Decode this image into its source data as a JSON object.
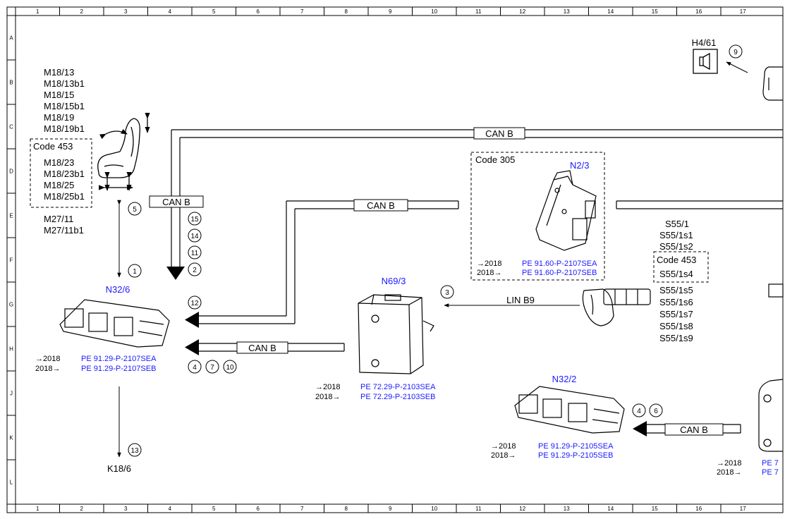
{
  "grid": {
    "columns": [
      "1",
      "2",
      "3",
      "4",
      "5",
      "6",
      "7",
      "8",
      "9",
      "10",
      "11",
      "12",
      "13",
      "14",
      "15",
      "16",
      "17"
    ],
    "rows": [
      "A",
      "B",
      "C",
      "D",
      "E",
      "F",
      "G",
      "H",
      "J",
      "K",
      "L"
    ]
  },
  "components": {
    "h4_61": "H4/61",
    "n2_3": "N2/3",
    "n32_6": "N32/6",
    "n69_3": "N69/3",
    "n32_2": "N32/2",
    "k18_6": "K18/6"
  },
  "seat_motors": {
    "top": [
      "M18/13",
      "M18/13b1",
      "M18/15",
      "M18/15b1",
      "M18/19",
      "M18/19b1"
    ],
    "code_label": "Code 453",
    "code_items": [
      "M18/23",
      "M18/23b1",
      "M18/25",
      "M18/25b1"
    ],
    "bottom": [
      "M27/11",
      "M27/11b1"
    ]
  },
  "switches": {
    "top": [
      "S55/1",
      "S55/1s1",
      "S55/1s2"
    ],
    "code_label": "Code 453",
    "code_item": "S55/1s4",
    "bottom": [
      "S55/1s5",
      "S55/1s6",
      "S55/1s7",
      "S55/1s8",
      "S55/1s9"
    ]
  },
  "n2_3_code_label": "Code 305",
  "bus_labels": {
    "can_top": "CAN B",
    "can_mid": "CAN B",
    "can_left": "CAN B",
    "can_n32_6": "CAN B",
    "can_n32_2": "CAN B",
    "lin": "LIN B9"
  },
  "references": {
    "n2_3": {
      "r1_prefix": "→2018",
      "r1": "PE 91.60-P-2107SEA",
      "r2_prefix": "2018→",
      "r2": "PE 91.60-P-2107SEB"
    },
    "n32_6": {
      "r1_prefix": "→2018",
      "r1": "PE 91.29-P-2107SEA",
      "r2_prefix": "2018→",
      "r2": "PE 91.29-P-2107SEB"
    },
    "n69_3": {
      "r1_prefix": "→2018",
      "r1": "PE 72.29-P-2103SEA",
      "r2_prefix": "2018→",
      "r2": "PE 72.29-P-2103SEB"
    },
    "n32_2": {
      "r1_prefix": "→2018",
      "r1": "PE 91.29-P-2105SEA",
      "r2_prefix": "2018→",
      "r2": "PE 91.29-P-2105SEB"
    },
    "right": {
      "r1_prefix": "→2018",
      "r1": "PE 7",
      "r2_prefix": "2018→",
      "r2": "PE 7"
    }
  },
  "circled_numbers": {
    "n9": "9",
    "n5": "5",
    "n15": "15",
    "n14": "14",
    "n11": "11",
    "n2": "2",
    "n1": "1",
    "n12": "12",
    "n3": "3",
    "n4a": "4",
    "n7": "7",
    "n10": "10",
    "n4b": "4",
    "n6": "6",
    "n13": "13"
  },
  "colors": {
    "line": "#000000",
    "reference_blue": "#1a1aff"
  }
}
